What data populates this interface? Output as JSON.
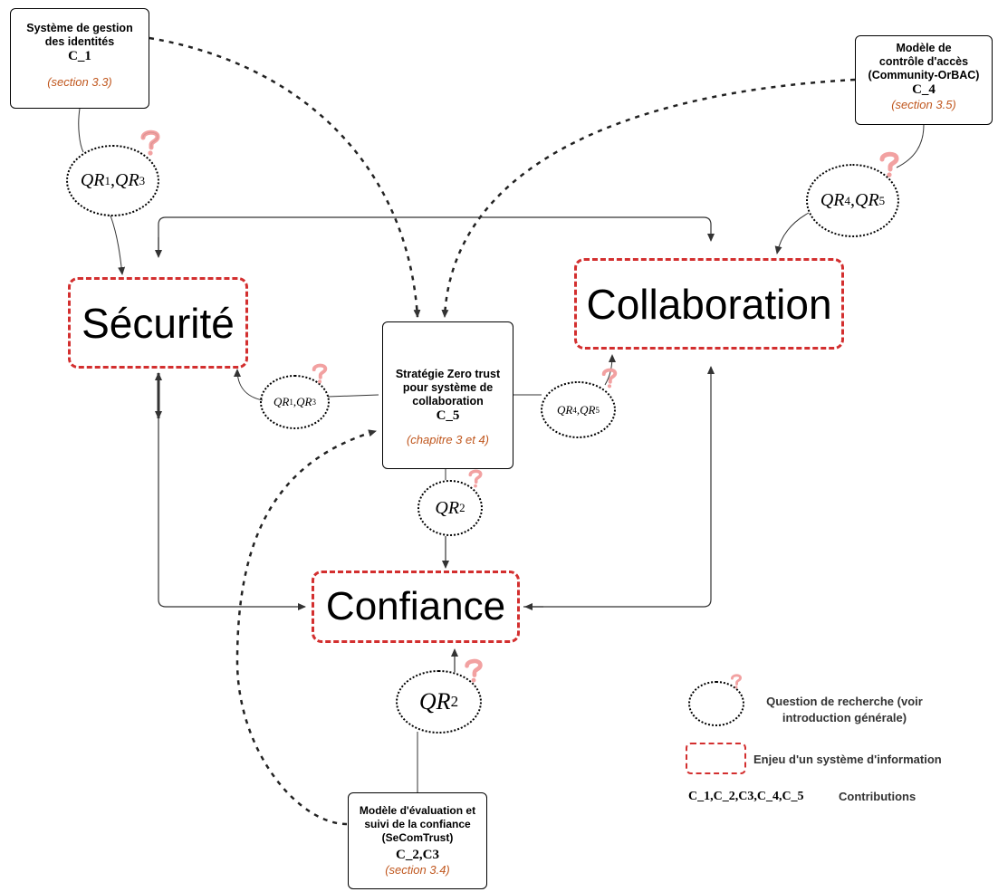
{
  "contributions": {
    "c1": {
      "title_line1": "Système de gestion",
      "title_line2": "des identités",
      "id": "C_1",
      "ref": "(section 3.3)"
    },
    "c4": {
      "title_line1": "Modèle  de",
      "title_line2": "contrôle d'accès",
      "title_line3": "(Community-OrBAC)",
      "id": "C_4",
      "ref": "(section 3.5)"
    },
    "c5": {
      "title_line1": "Stratégie Zero trust",
      "title_line2": "pour système de",
      "title_line3": "collaboration",
      "id": "C_5",
      "ref": "(chapitre 3 et 4)"
    },
    "c23": {
      "title_line1": "Modèle d'évaluation et",
      "title_line2": "suivi de la confiance",
      "title_line3": "(SeComTrust)",
      "id": "C_2,C3",
      "ref": "(section 3.4)"
    }
  },
  "issues": {
    "securite": "Sécurité",
    "collaboration": "Collaboration",
    "confiance": "Confiance"
  },
  "questions": {
    "qr13_top": {
      "q": "QR",
      "a": "1",
      "sep": ", ",
      "b": "QR",
      "c": "3"
    },
    "qr45_top": {
      "q": "QR",
      "a": "4",
      "sep": ", ",
      "b": "QR",
      "c": "5"
    },
    "qr13_mid": {
      "q": "QR",
      "a": "1",
      "sep": ", ",
      "b": "QR",
      "c": "3"
    },
    "qr45_mid": {
      "q": "QR",
      "a": "4",
      "sep": ", ",
      "b": "QR",
      "c": "5"
    },
    "qr2_mid": {
      "q": "QR",
      "a": "2"
    },
    "qr2_bottom": {
      "q": "QR",
      "a": "2"
    }
  },
  "legend": {
    "question_line1": "Question de recherche (voir",
    "question_line2": "introduction générale)",
    "issue": "Enjeu d'un système d'information",
    "contrib_ids": "C_1,C_2,C3,C_4,C_5",
    "contrib_label": "Contributions"
  },
  "colors": {
    "issue_border": "#d32f2f",
    "reference_text": "#c0571e",
    "question_icon": "#f2a1a1"
  },
  "icon_names": [
    "question-mark-icon"
  ]
}
